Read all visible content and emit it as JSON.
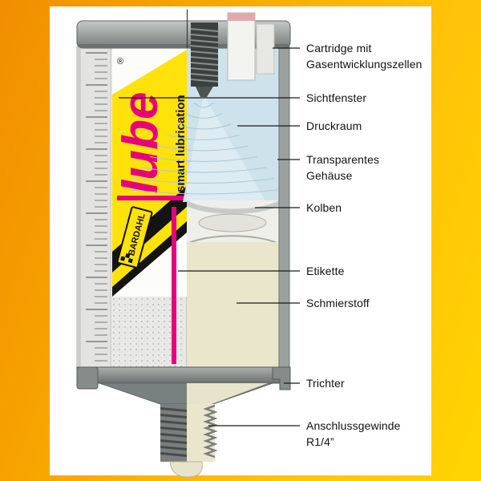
{
  "theme": {
    "bg_orange": "#F18E00",
    "bg_yellow": "#FFD400",
    "panel": "#FFFFFF",
    "accent_magenta": "#E6007E",
    "label_yellow": "#FFE20A",
    "chamber_blue": "#CDE2EB",
    "grease_cream": "#EAE6CC"
  },
  "device": {
    "brand": "lube",
    "registered": "®",
    "tagline": "smart lubrication",
    "logo": "BARDAHL"
  },
  "callouts": [
    {
      "id": "cartridge",
      "label": "Cartridge mit Gasentwicklungszellen"
    },
    {
      "id": "sichtfenster",
      "label": "Sichtfenster"
    },
    {
      "id": "druckraum",
      "label": "Druckraum"
    },
    {
      "id": "gehaeuse",
      "label": "Transparentes Gehäuse"
    },
    {
      "id": "kolben",
      "label": "Kolben"
    },
    {
      "id": "etikette",
      "label": "Etikette"
    },
    {
      "id": "schmierstoff",
      "label": "Schmierstoff"
    },
    {
      "id": "trichter",
      "label": "Trichter"
    },
    {
      "id": "anschluss",
      "label": "Anschlussgewinde R1/4”"
    }
  ]
}
